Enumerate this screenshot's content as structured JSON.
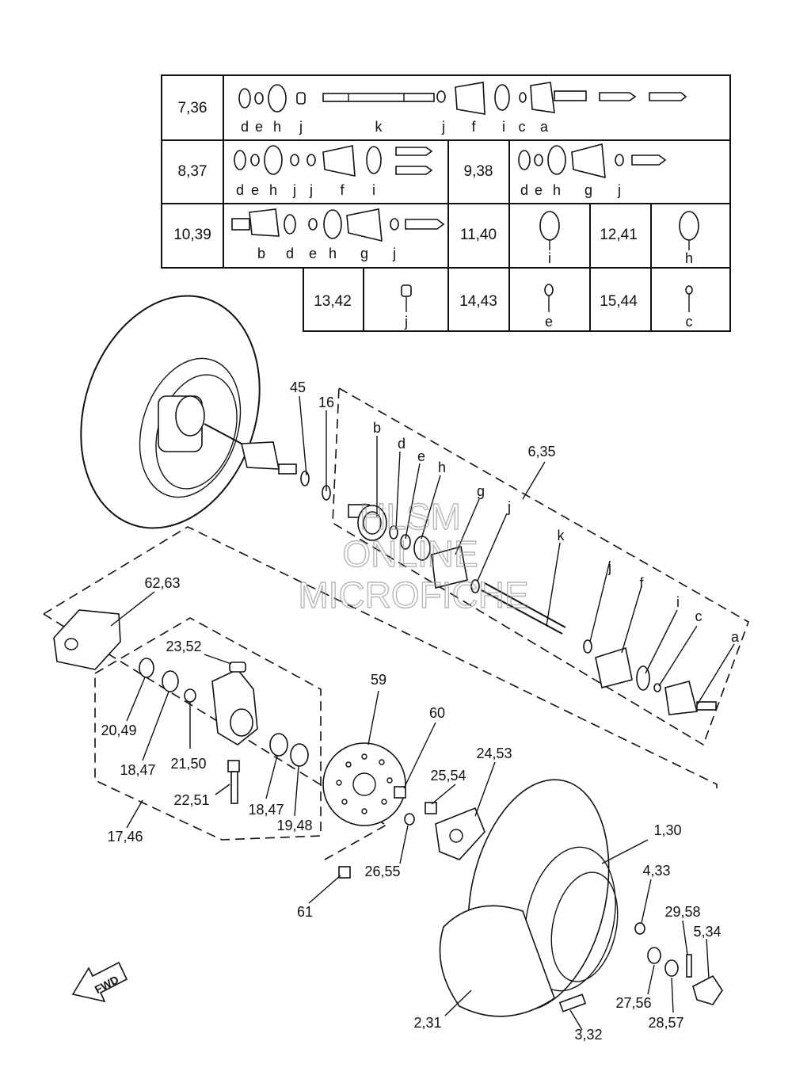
{
  "table": {
    "row1": {
      "ref": "7,36",
      "letters": [
        "d",
        "e",
        "h",
        "j",
        "k",
        "j",
        "f",
        "i",
        "c",
        "a"
      ]
    },
    "row2a": {
      "ref": "8,37",
      "letters": [
        "d",
        "e",
        "h",
        "j",
        "j",
        "f",
        "i"
      ]
    },
    "row2b": {
      "ref": "9,38",
      "letters": [
        "d",
        "e",
        "h",
        "g",
        "j"
      ]
    },
    "row3a": {
      "ref": "10,39",
      "letters": [
        "b",
        "d",
        "e",
        "h",
        "g",
        "j"
      ]
    },
    "row3b": {
      "ref": "11,40",
      "letters": [
        "i"
      ]
    },
    "row3c": {
      "ref": "12,41",
      "letters": [
        "h"
      ]
    },
    "row4a": {
      "ref": "13,42",
      "letters": [
        "j"
      ]
    },
    "row4b": {
      "ref": "14,43",
      "letters": [
        "e"
      ]
    },
    "row4c": {
      "ref": "15,44",
      "letters": [
        "c"
      ]
    }
  },
  "callouts": {
    "c45": "45",
    "c16": "16",
    "c6_35": "6,35",
    "lb": "b",
    "ld": "d",
    "le": "e",
    "lh": "h",
    "lg": "g",
    "lj": "j",
    "lk": "k",
    "lj2": "j",
    "lf": "f",
    "li": "i",
    "lc": "c",
    "la": "a",
    "c62_63": "62,63",
    "c23_52": "23,52",
    "c20_49": "20,49",
    "c18_47a": "18,47",
    "c21_50": "21,50",
    "c22_51": "22,51",
    "c18_47b": "18,47",
    "c19_48": "19,48",
    "c17_46": "17,46",
    "c59": "59",
    "c60": "60",
    "c24_53": "24,53",
    "c25_54": "25,54",
    "c26_55": "26,55",
    "c61": "61",
    "c1_30": "1,30",
    "c4_33": "4,33",
    "c29_58": "29,58",
    "c5_34": "5,34",
    "c27_56": "27,56",
    "c28_57": "28,57",
    "c2_31": "2,31",
    "c3_32": "3,32"
  },
  "watermark": {
    "line1": "HLSM",
    "line2": "ONLINE",
    "line3": "MICROFICHE"
  },
  "fwd_label": "FWD"
}
